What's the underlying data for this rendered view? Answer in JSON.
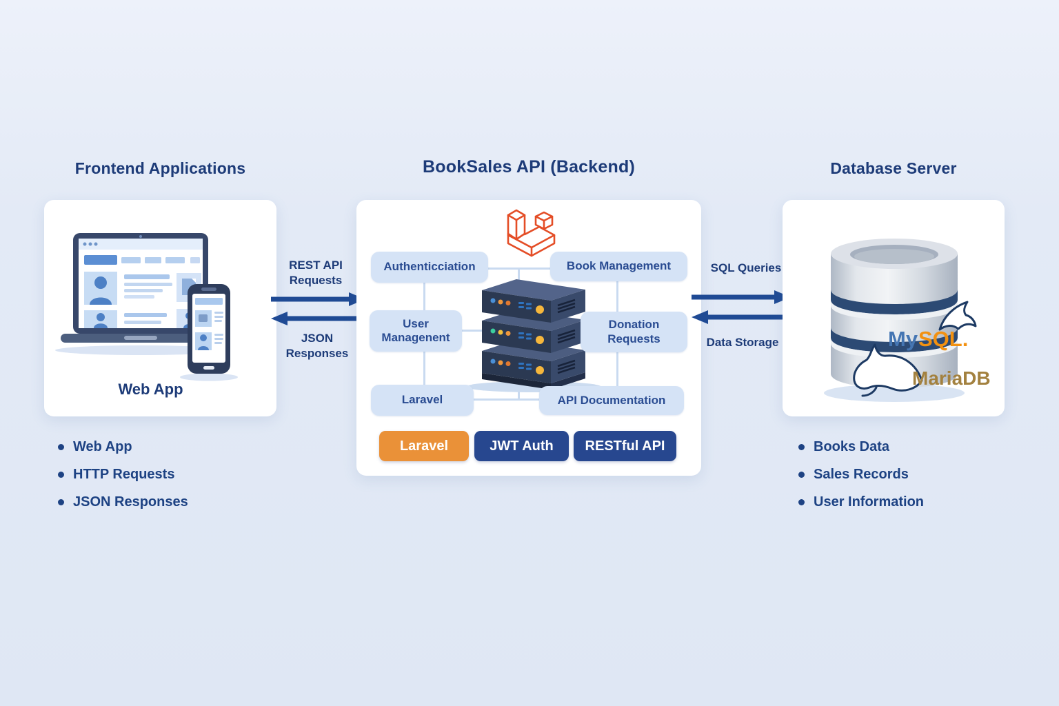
{
  "colors": {
    "background": "#e3eaf6",
    "heading": "#1d3b78",
    "arrow": "#1f4a94",
    "module_bg": "#d5e3f6",
    "badge_orange": "#ea9138",
    "badge_navy": "#27478f",
    "laravel_logo": "#e44d26",
    "mysql_my": "#4576b3",
    "mysql_sql": "#f29111",
    "mariadb_text": "#a3813f"
  },
  "icons": [
    "laravel-logo-icon",
    "server-stack-icon",
    "database-cylinder-icon",
    "mysql-dolphin-icon",
    "mariadb-seal-icon",
    "laptop-icon",
    "smartphone-icon",
    "arrow-right-icon",
    "arrow-left-icon"
  ],
  "frontend": {
    "title": "Frontend Applications",
    "device_label": "Web App",
    "bullets": [
      "Web App",
      "HTTP Requests",
      "JSON Responses"
    ]
  },
  "backend": {
    "title": "BookSales API (Backend)",
    "modules": {
      "auth": "Authenticciation",
      "book": "Book Management",
      "user": "User Managenent",
      "donation": "Donation Requests",
      "laravel": "Laravel",
      "docs": "API Documentation"
    },
    "badges": [
      "Laravel",
      "JWT Auth",
      "RESTful API"
    ]
  },
  "database": {
    "title": "Database Server",
    "mysql": {
      "my": "My",
      "sql": "SQL."
    },
    "mariadb": "MariaDB",
    "bullets": [
      "Books Data",
      "Sales Records",
      "User Information"
    ]
  },
  "flows": {
    "rest_api": "REST API Requests",
    "json_resp": "JSON Responses",
    "sql_queries": "SQL Queries",
    "data_storage": "Data Storage"
  }
}
